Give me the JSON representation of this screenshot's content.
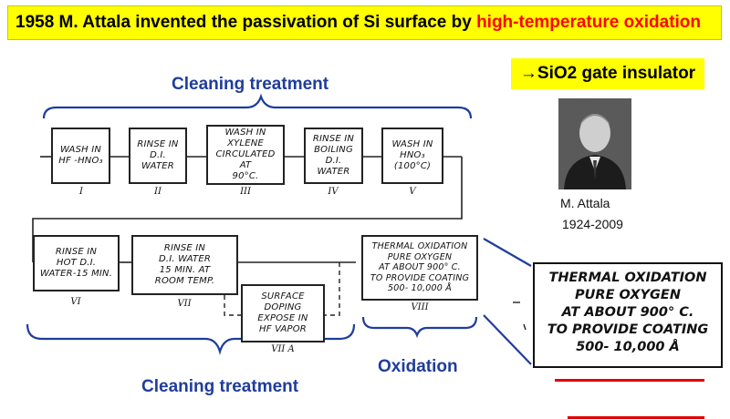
{
  "title": {
    "prefix": "1958 M. Attala invented the passivation of Si surface by ",
    "highlight": "high-temperature oxidation",
    "highlight_color": "#ff0000",
    "background": "#ffff00"
  },
  "callout": "→SiO2 gate insulator",
  "labels": {
    "cleaning_top": "Cleaning treatment",
    "cleaning_bottom": "Cleaning treatment",
    "oxidation": "Oxidation",
    "label_color": "#1f3d9c"
  },
  "steps": [
    {
      "text": "WASH IN\nHF -HNO₃",
      "numeral": "I"
    },
    {
      "text": "RINSE IN\nD.I. WATER",
      "numeral": "II"
    },
    {
      "text": "WASH IN\nXYLENE\nCIRCULATED AT\n90°C.",
      "numeral": "III"
    },
    {
      "text": "RINSE IN\nBOILING\nD.I. WATER",
      "numeral": "IV"
    },
    {
      "text": "WASH IN\nHNO₃ (100°C)",
      "numeral": "V"
    },
    {
      "text": "RINSE IN\nHOT D.I.\nWATER-15 MIN.",
      "numeral": "VI"
    },
    {
      "text": "RINSE IN\nD.I. WATER\n15 MIN. AT\nROOM TEMP.",
      "numeral": "VII"
    },
    {
      "text": "SURFACE DOPING\nEXPOSE IN\nHF VAPOR",
      "numeral": "VII A"
    },
    {
      "text": "THERMAL OXIDATION\nPURE OXYGEN\nAT ABOUT 900° C.\nTO PROVIDE COATING\n500- 10,000 Å",
      "numeral": "VIII"
    }
  ],
  "person": {
    "name": "M. Attala",
    "years": "1924-2009"
  },
  "zoom": {
    "lines": [
      "THERMAL OXIDATION",
      "PURE OXYGEN",
      "AT ABOUT 900° C.",
      "TO PROVIDE COATING",
      "500- 10,000 Å"
    ],
    "underline_color": "#e00000"
  }
}
